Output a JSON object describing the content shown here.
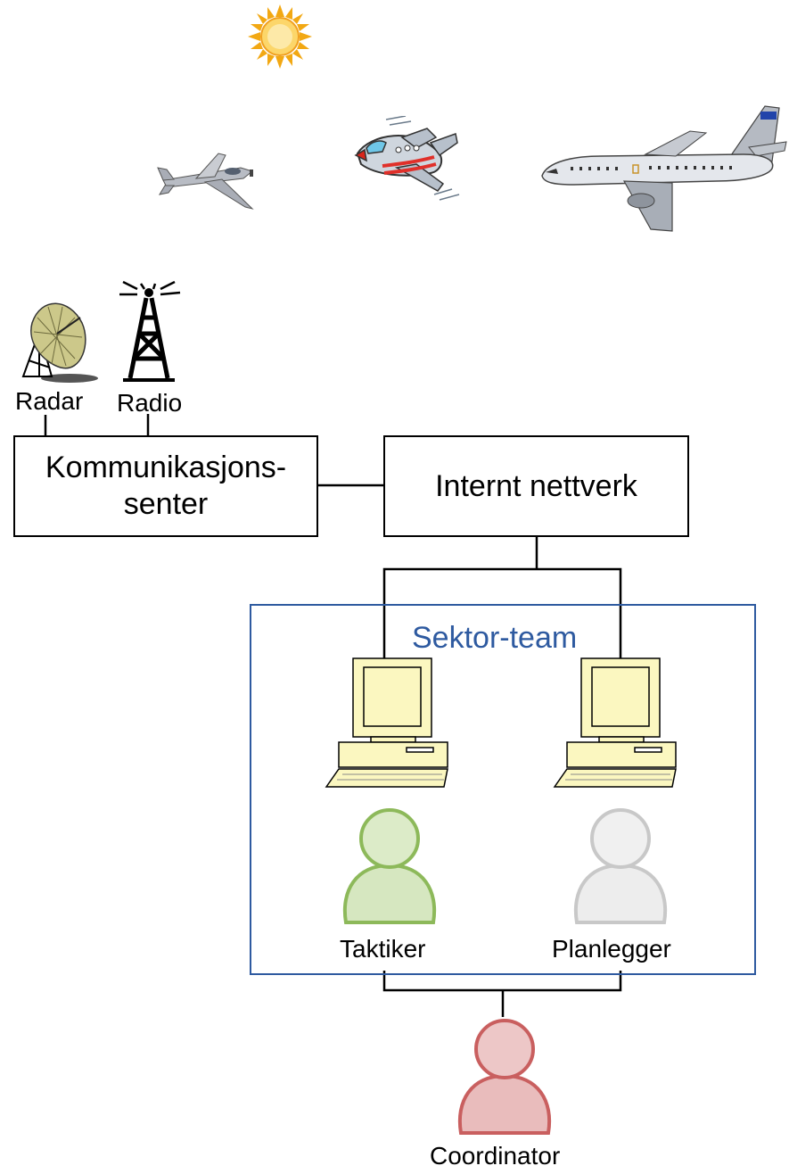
{
  "diagram": {
    "icons": {
      "sun": "sun-icon",
      "small_plane": "small-plane-icon",
      "cartoon_plane": "cartoon-plane-icon",
      "airliner": "airliner-icon",
      "radar": "radar-dish-icon",
      "radio": "radio-tower-icon",
      "computer": "computer-icon",
      "person": "person-icon"
    },
    "sensors": {
      "radar_label": "Radar",
      "radio_label": "Radio"
    },
    "communication_center": {
      "line1": "Kommunikasjons-",
      "line2": "senter"
    },
    "network": {
      "label": "Internt nettverk"
    },
    "team": {
      "title": "Sektor-team",
      "members": [
        {
          "label": "Taktiker",
          "color": "#8db95a"
        },
        {
          "label": "Planlegger",
          "color": "#c8c8c8"
        }
      ]
    },
    "coordinator": {
      "label": "Coordinator",
      "color": "#c95f5f"
    },
    "colors": {
      "team_border": "#2e5aa0",
      "computer_fill": "#fbf7c0"
    }
  }
}
